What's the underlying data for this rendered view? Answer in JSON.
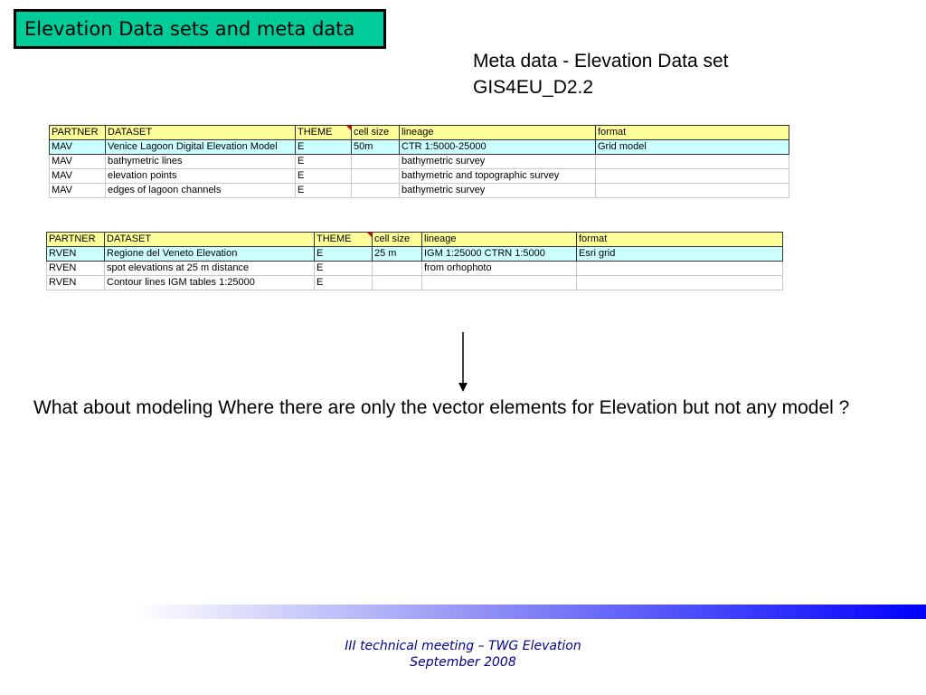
{
  "slide": {
    "title": "Elevation Data sets and meta data",
    "meta_title_line1": "Meta data - Elevation Data set",
    "meta_title_line2": "GIS4EU_D2.2",
    "question": "What about modeling Where there are only the vector elements for Elevation but not any model ?",
    "footer_line1": "III technical meeting – TWG Elevation",
    "footer_line2": "September 2008"
  },
  "table1": {
    "headers": [
      "PARTNER",
      "DATASET",
      "THEME",
      "cell size",
      "lineage",
      "format"
    ],
    "rows": [
      [
        "MAV",
        "Venice Lagoon Digital Elevation Model",
        "E",
        "50m",
        "CTR 1:5000-25000",
        "Grid model"
      ],
      [
        "MAV",
        "bathymetric lines",
        "E",
        "",
        "bathymetric  survey",
        ""
      ],
      [
        "MAV",
        "elevation points",
        "E",
        "",
        "bathymetric and topographic survey",
        ""
      ],
      [
        "MAV",
        "edges of lagoon channels",
        "E",
        "",
        "bathymetric  survey",
        ""
      ]
    ]
  },
  "table2": {
    "headers": [
      "PARTNER",
      "DATASET",
      "THEME",
      "cell size",
      "lineage",
      "format"
    ],
    "rows": [
      [
        "RVEN",
        "Regione del Veneto Elevation",
        "E",
        "25 m",
        "IGM 1:25000 CTRN 1:5000",
        "Esri grid"
      ],
      [
        "RVEN",
        "spot elevations at 25 m distance",
        "E",
        "",
        "from orhophoto",
        ""
      ],
      [
        "RVEN",
        "Contour lines IGM tables  1:25000",
        "E",
        "",
        "",
        ""
      ]
    ]
  },
  "colors": {
    "title_bg": "#00cc99",
    "header_row_bg": "#ffff99",
    "highlight_row_bg": "#ccffff",
    "footer_text": "#00008b",
    "gradient_end": "#0000ff"
  }
}
